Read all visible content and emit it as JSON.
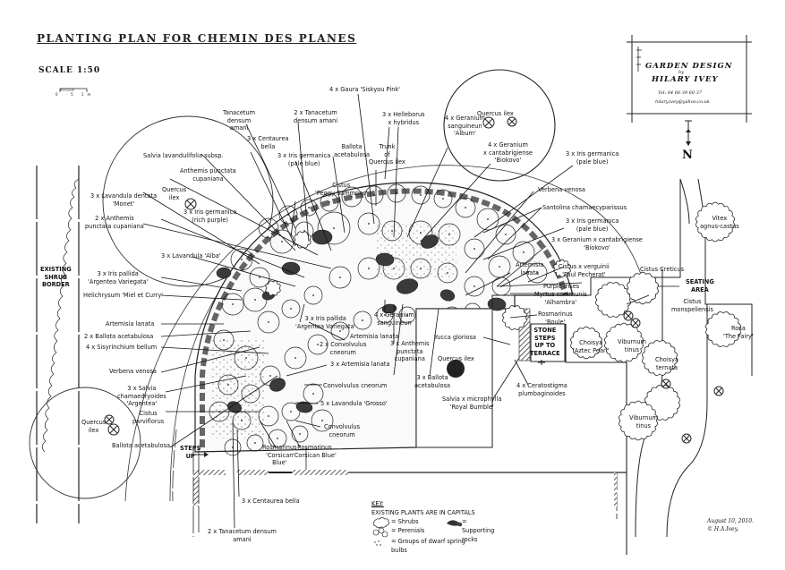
{
  "header": {
    "title": "PLANTING PLAN FOR CHEMIN DES PLANES",
    "scale": "SCALE   1:50",
    "scale_bar_ticks": [
      "0",
      "·5",
      "1m"
    ]
  },
  "designer_card": {
    "line1": "GARDEN  DESIGN",
    "by": "by",
    "line2": "HILARY  IVEY",
    "tel": "Tel: 04 66 39 60 37",
    "email": "hilary.ivey@yahoo.co.uk"
  },
  "compass": {
    "label": "N"
  },
  "labels": {
    "gaura": "4 x Gaura 'Siskyou Pink'",
    "tanacetum_single": "Tanacetum\ndensum\namani",
    "tanacetum_2": "2 x Tanacetum\ndensum amani",
    "centaurea_top": "3 x Centaurea\nbella",
    "helleborus": "3 x Helleborus\nx hybridus",
    "quercus_top_right": "Quercus ilex",
    "geranium_album": "4 x Geranium\nsanguineun\n'Album'",
    "geranium_biokovo_top": "4 x Geranium\nx cantabrigiense\n'Biokovo'",
    "iris_pale_blue_top": "3 x Iris germanica\n(pale blue)",
    "ballota_top": "Ballota\nacetabulosa",
    "trunk": "Trunk\nof\nQuercus ilex",
    "salvia_lavandulifolia": "Salvia lavandulifolia subsp.",
    "iris_pale_blue_mid": "3 x Iris germanica\n(pale blue)",
    "anthemis_single": "Anthemis punctata\ncupaniana",
    "cistus_peggy": "Cistus\n'Peggy Sammons'",
    "quercus_left_top": "Quercus\nilex",
    "lavandula_monet": "3 x Lavandula dentata\n'Monet'",
    "iris_rich_purple": "3 x Iris germanica\n(rich purple)",
    "anthemis_2": "2 x Anthemis\npunctata cupaniana",
    "lavandula_alba": "3 x Lavandula 'Alba'",
    "verbena_right": "Verbena venosa",
    "santolina": "Santolina chamaecyparissus",
    "iris_pale_blue_right": "3 x Iris germanica\n(pale blue)",
    "geranium_biokovo_right": "3 x Geranium x cantabrigiense\n'Biokovo'",
    "vitex": "Vitex\nagnus-castus",
    "artemisia_right": "Artemisia\nlanata",
    "cistus_verguinii": "Cistus x verguinii\n'Paul Pecherat'",
    "cistus_creticus": "Cistus  Creticus",
    "purple_irises": "Purple irises",
    "myrtus": "Myrtus communis\n'Alhambra'",
    "seating_area": "SEATING\nAREA",
    "cistus_monspeliensis": "Cistus\nmonspeliensis",
    "rosmarinus_boule": "Rosmarinus\n'Boule'",
    "existing_shrub_border": "EXISTING\nSHRUB\nBORDER",
    "iris_pallida_left": "3 x Iris pallida\n'Argentea Variegata'",
    "helichrysum": "Helichrysum 'Miel et Curry'",
    "artemisia_left": "Artemisia lanata",
    "ballota_2": "2 x Ballota acetabulosa",
    "sisyrinchium": "4 x Sisyrinchium bellum",
    "verbena_left": "Verbena venosa",
    "salvia_chamaedryoides": "3 x Salvia\nchamaedryoides\n'Argentea'",
    "cistus_parviflorus": "Cistus\nparviflorus",
    "quercus_left_bottom": "Quercus\nilex",
    "ballota_bottom": "Ballota acetabulosa",
    "steps_up": "STEPS\nUP",
    "iris_pallida_mid": "3 x Iris pallida\n'Argentea Variegata'",
    "geranium_sanguineun": "4 x Geranium\nsanguineun",
    "artemisia_mid": "Artemisia lanata",
    "convolvulus_2": "2 x Convolvulus\ncneorum",
    "anthemis_3": "3 x Anthemis\npunctata\ncupaniana",
    "artemisia_3": "3 x Artemisia lanata",
    "convolvulus_single": "Convolvulus cneorum",
    "lavandula_grosso": "5 x Lavandula 'Grosso'",
    "convolvulus_bottom": "Convolvulus\ncneorum",
    "ballota_3": "3 x Ballota\nacetabulosa",
    "quercus_center": "Quercus ilex",
    "yucca": "Yucca gloriosa",
    "salvia_microphylla": "Salvia x microphylla\n'Royal Bumble'",
    "ceratostigma": "4 x Ceratostigma\nplumbaginoides",
    "stone_steps": "STONE\nSTEPS\nUP TO\nTERRACE",
    "choisya_aztec": "Choisya\n'Aztec Pearl'",
    "viburnum_top": "Viburnum\ntinus",
    "choisya_ternata": "Choisya\nternata",
    "viburnum_bottom": "Viburnum\ntinus",
    "rosa": "Rosa\n'The Fairy'",
    "rosmarinus_corsican_1": "Rosmarinus\n'Corsican\nBlue'",
    "rosmarinus_corsican_2": "Rosmarinus\n'Corsican Blue'",
    "centaurea_bottom": "3 x Centaurea bella",
    "tanacetum_bottom": "2 x Tanacetum densum\namani"
  },
  "key": {
    "title": "KEY:",
    "note": "EXISTING PLANTS ARE IN CAPITALS",
    "items": [
      {
        "symbol": "shrub-outline",
        "label": "Shrubs"
      },
      {
        "symbol": "perennial-circles",
        "label": "Perenials"
      },
      {
        "symbol": "bulb-dots",
        "label": "Groups of dwarf  spring bulbs"
      },
      {
        "symbol": "rock-shading",
        "label": "Supporting rocks"
      }
    ]
  },
  "signature": {
    "date": "August 10, 2010.",
    "copyright": "© H.A.Ivey."
  }
}
